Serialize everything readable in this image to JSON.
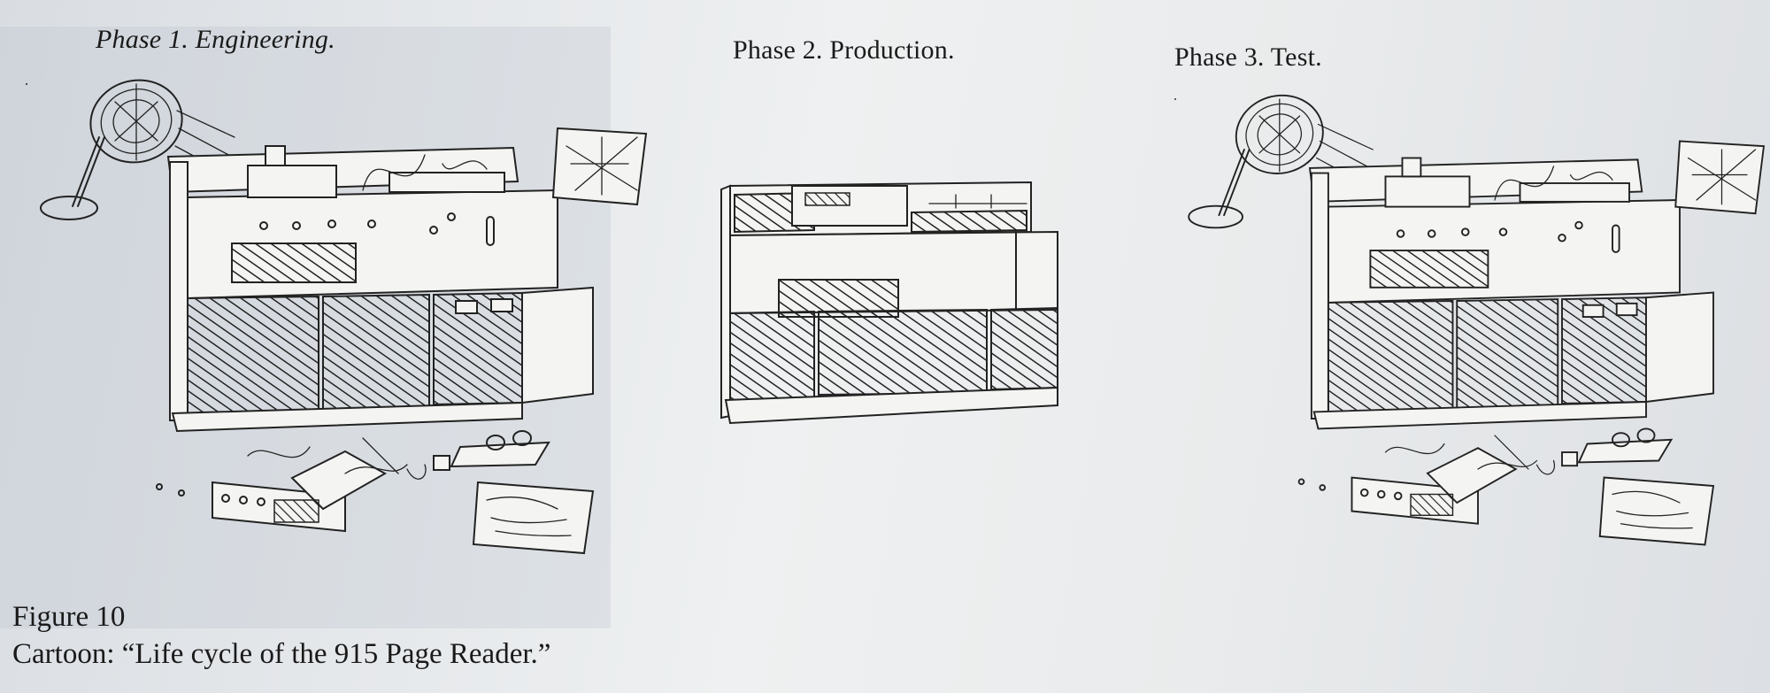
{
  "phases": [
    {
      "label": "Phase 1. Engineering."
    },
    {
      "label": "Phase 2. Production."
    },
    {
      "label": "Phase 3. Test."
    }
  ],
  "figure": {
    "number": "Figure 10",
    "caption": "Cartoon: “Life cycle of the 915 Page Reader.”"
  },
  "colors": {
    "ink": "#1a1a1a",
    "paper": "#eef0f1"
  },
  "illustration_names": [
    "engineering-machine-illustration",
    "production-machine-illustration",
    "test-machine-illustration"
  ]
}
